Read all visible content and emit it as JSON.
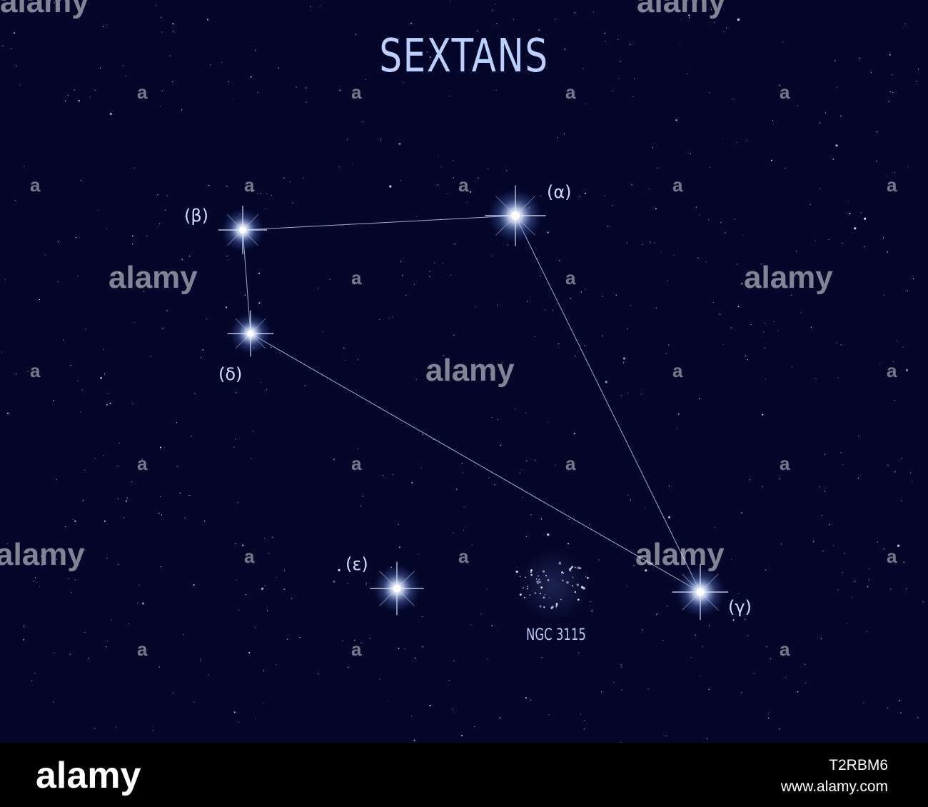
{
  "title": "SEXTANS",
  "colors": {
    "sky": "#05072a",
    "star_core": "#ffffff",
    "star_glow": "#9fbfff",
    "line": "#b8c8ec",
    "label": "#cfdcff"
  },
  "stars": [
    {
      "id": "alpha",
      "label": "(α)"
    },
    {
      "id": "beta",
      "label": "(β)"
    },
    {
      "id": "gamma",
      "label": "(γ)"
    },
    {
      "id": "delta",
      "label": "(δ)"
    },
    {
      "id": "epsilon",
      "label": "(ε)"
    }
  ],
  "cluster": {
    "label": "NGC 3115"
  },
  "watermark": {
    "text": "alamy",
    "letter": "a"
  },
  "footer": {
    "logo": "alamy",
    "image_id": "T2RBM6",
    "url": "www.alamy.com"
  }
}
